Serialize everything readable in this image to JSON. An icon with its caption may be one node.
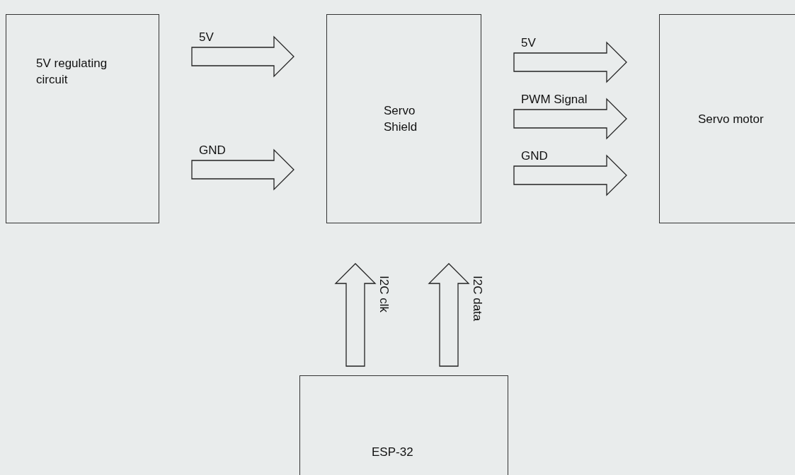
{
  "diagram": {
    "nodes": [
      {
        "text": [
          "5V regulating circuit"
        ]
      },
      {
        "text": [
          "Servo Shield"
        ]
      },
      {
        "text": [
          "Servo motor"
        ]
      },
      {
        "text": [
          "ESP-32"
        ]
      }
    ],
    "edges": [
      {
        "from": 0,
        "to": 1,
        "arrow": "to",
        "label": "5V"
      },
      {
        "from": 0,
        "to": 1,
        "arrow": "to",
        "label": "GND"
      },
      {
        "from": 1,
        "to": 2,
        "arrow": "to",
        "label": "5V"
      },
      {
        "from": 1,
        "to": 2,
        "arrow": "to",
        "label": "PWM Signal"
      },
      {
        "from": 1,
        "to": 2,
        "arrow": "to",
        "label": "GND"
      },
      {
        "from": 3,
        "to": 1,
        "arrow": "to",
        "label": "I2C clk"
      },
      {
        "from": 3,
        "to": 1,
        "arrow": "to",
        "label": "I2C data"
      }
    ]
  }
}
